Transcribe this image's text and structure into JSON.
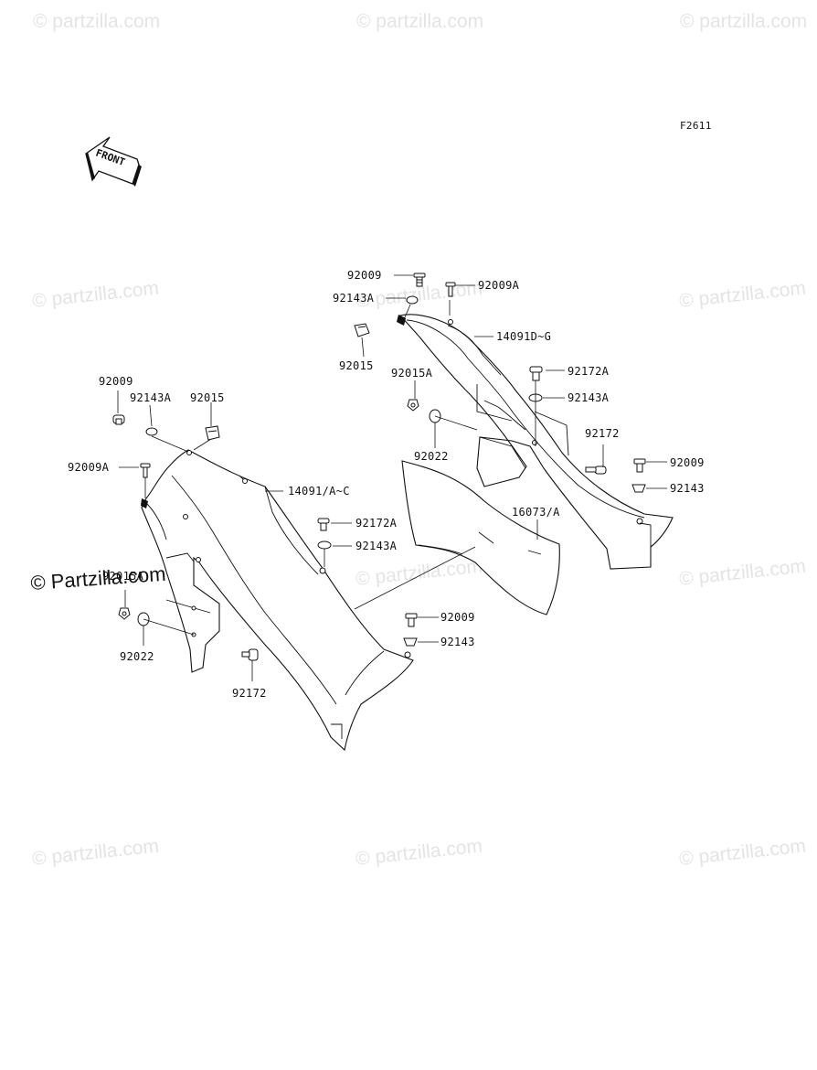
{
  "diagram_code": "F2611",
  "front_label": "FRONT",
  "watermark_text": "© partzilla.com",
  "overlay_watermark": "© Partzilla.com",
  "labels": {
    "r_92009": "92009",
    "r_92009A": "92009A",
    "r_92143A_top": "92143A",
    "r_14091DG": "14091D~G",
    "r_92015": "92015",
    "r_92015A": "92015A",
    "r_92172A": "92172A",
    "r_92143A_mid": "92143A",
    "r_92022": "92022",
    "r_92172": "92172",
    "r_92009_b": "92009",
    "r_92143": "92143",
    "r_16073A": "16073/A",
    "l_92009": "92009",
    "l_92143A": "92143A",
    "l_92015": "92015",
    "l_92009A": "92009A",
    "l_14091AC": "14091/A~C",
    "l_92172A": "92172A",
    "l_92143A_b": "92143A",
    "l_92015A": "92015A",
    "l_92022": "92022",
    "l_92172": "92172",
    "c_92009": "92009",
    "c_92143": "92143"
  }
}
